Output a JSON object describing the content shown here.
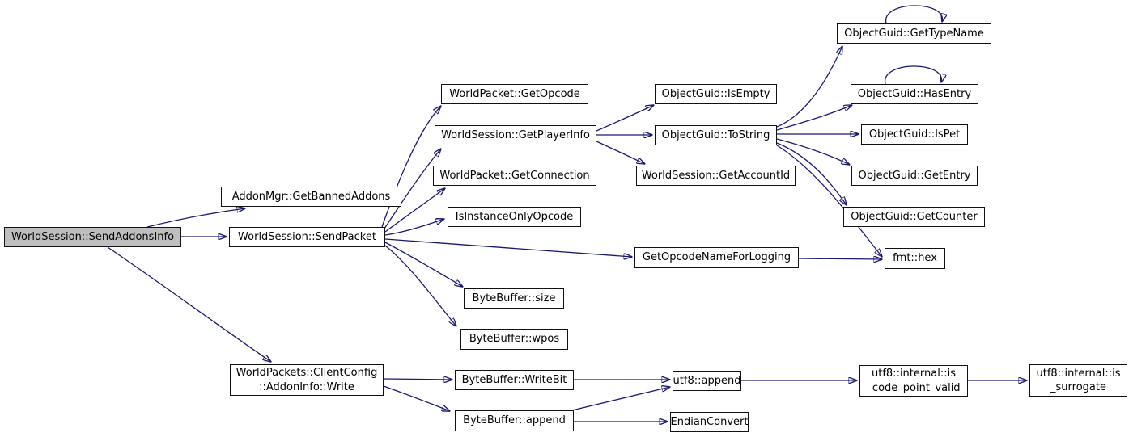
{
  "diagram": {
    "type": "call-graph",
    "colors": {
      "background": "#ffffff",
      "edge": "#191970",
      "node_border": "#111111",
      "node_fill": "#ffffff",
      "root_node_fill": "#bfbfbf"
    }
  },
  "nodes": [
    {
      "id": "sendaddonsinfo",
      "label": "WorldSession::SendAddonsInfo",
      "root": true
    },
    {
      "id": "getbannedaddons",
      "label": "AddonMgr::GetBannedAddons"
    },
    {
      "id": "sendpacket",
      "label": "WorldSession::SendPacket"
    },
    {
      "id": "getopcode",
      "label": "WorldPacket::GetOpcode"
    },
    {
      "id": "getplayerinfo",
      "label": "WorldSession::GetPlayerInfo"
    },
    {
      "id": "getconnection",
      "label": "WorldPacket::GetConnection"
    },
    {
      "id": "isinstanceonlyopcode",
      "label": "IsInstanceOnlyOpcode"
    },
    {
      "id": "getopcodenameforlogging",
      "label": "GetOpcodeNameForLogging"
    },
    {
      "id": "bytebuffer-size",
      "label": "ByteBuffer::size"
    },
    {
      "id": "bytebuffer-wpos",
      "label": "ByteBuffer::wpos"
    },
    {
      "id": "isempty",
      "label": "ObjectGuid::IsEmpty"
    },
    {
      "id": "tostring",
      "label": "ObjectGuid::ToString"
    },
    {
      "id": "getaccountid",
      "label": "WorldSession::GetAccountId"
    },
    {
      "id": "gettypename",
      "label": "ObjectGuid::GetTypeName"
    },
    {
      "id": "hasentry",
      "label": "ObjectGuid::HasEntry"
    },
    {
      "id": "ispet",
      "label": "ObjectGuid::IsPet"
    },
    {
      "id": "getentry",
      "label": "ObjectGuid::GetEntry"
    },
    {
      "id": "getcounter",
      "label": "ObjectGuid::GetCounter"
    },
    {
      "id": "fmt-hex",
      "label": "fmt::hex"
    },
    {
      "id": "addoninfo-write",
      "label": "WorldPackets::ClientConfig\n::AddonInfo::Write"
    },
    {
      "id": "bytebuffer-writebit",
      "label": "ByteBuffer::WriteBit"
    },
    {
      "id": "bytebuffer-append",
      "label": "ByteBuffer::append"
    },
    {
      "id": "utf8-append",
      "label": "utf8::append"
    },
    {
      "id": "endianconvert",
      "label": "EndianConvert"
    },
    {
      "id": "is-code-point-valid",
      "label": "utf8::internal::is\n_code_point_valid"
    },
    {
      "id": "is-surrogate",
      "label": "utf8::internal::is\n_surrogate"
    }
  ],
  "edges": [
    {
      "from": "sendaddonsinfo",
      "to": "getbannedaddons"
    },
    {
      "from": "sendaddonsinfo",
      "to": "sendpacket"
    },
    {
      "from": "sendaddonsinfo",
      "to": "addoninfo-write"
    },
    {
      "from": "sendpacket",
      "to": "getopcode"
    },
    {
      "from": "sendpacket",
      "to": "getplayerinfo"
    },
    {
      "from": "sendpacket",
      "to": "getconnection"
    },
    {
      "from": "sendpacket",
      "to": "isinstanceonlyopcode"
    },
    {
      "from": "sendpacket",
      "to": "getopcodenameforlogging"
    },
    {
      "from": "sendpacket",
      "to": "bytebuffer-size"
    },
    {
      "from": "sendpacket",
      "to": "bytebuffer-wpos"
    },
    {
      "from": "getplayerinfo",
      "to": "isempty"
    },
    {
      "from": "getplayerinfo",
      "to": "tostring"
    },
    {
      "from": "getplayerinfo",
      "to": "getaccountid"
    },
    {
      "from": "tostring",
      "to": "gettypename"
    },
    {
      "from": "tostring",
      "to": "hasentry"
    },
    {
      "from": "tostring",
      "to": "ispet"
    },
    {
      "from": "tostring",
      "to": "getentry"
    },
    {
      "from": "tostring",
      "to": "getcounter"
    },
    {
      "from": "tostring",
      "to": "fmt-hex"
    },
    {
      "from": "getopcodenameforlogging",
      "to": "fmt-hex"
    },
    {
      "from": "gettypename",
      "to": "gettypename"
    },
    {
      "from": "hasentry",
      "to": "hasentry"
    },
    {
      "from": "addoninfo-write",
      "to": "bytebuffer-writebit"
    },
    {
      "from": "addoninfo-write",
      "to": "bytebuffer-append"
    },
    {
      "from": "bytebuffer-writebit",
      "to": "utf8-append"
    },
    {
      "from": "bytebuffer-append",
      "to": "utf8-append"
    },
    {
      "from": "bytebuffer-append",
      "to": "endianconvert"
    },
    {
      "from": "utf8-append",
      "to": "is-code-point-valid"
    },
    {
      "from": "is-code-point-valid",
      "to": "is-surrogate"
    }
  ]
}
